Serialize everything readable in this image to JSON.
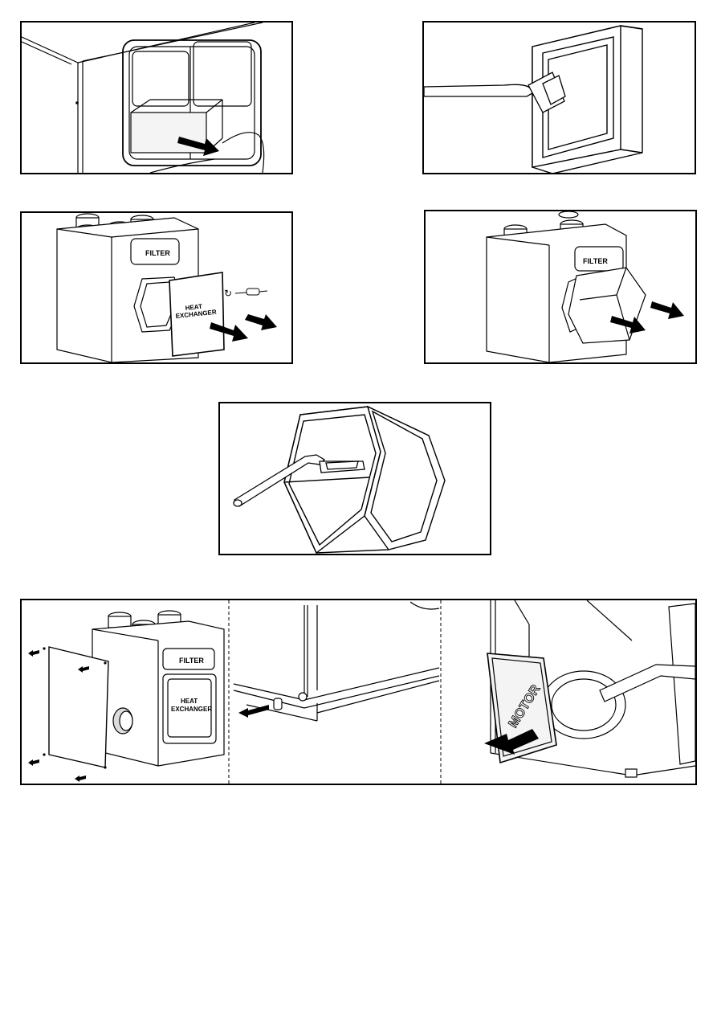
{
  "labels": {
    "filter": "FILTER",
    "heat_exchanger_line1": "HEAT",
    "heat_exchanger_line2": "EXCHANGER",
    "motor": "MOTOR"
  },
  "colors": {
    "line": "#000000",
    "fill_light": "#f4f4f4",
    "fill_mid": "#dcdcdc",
    "arrow": "#000000"
  },
  "icons": [
    "arrow-icon",
    "rotate-icon",
    "screwdriver-icon",
    "vacuum-nozzle-icon",
    "screw-icon"
  ]
}
